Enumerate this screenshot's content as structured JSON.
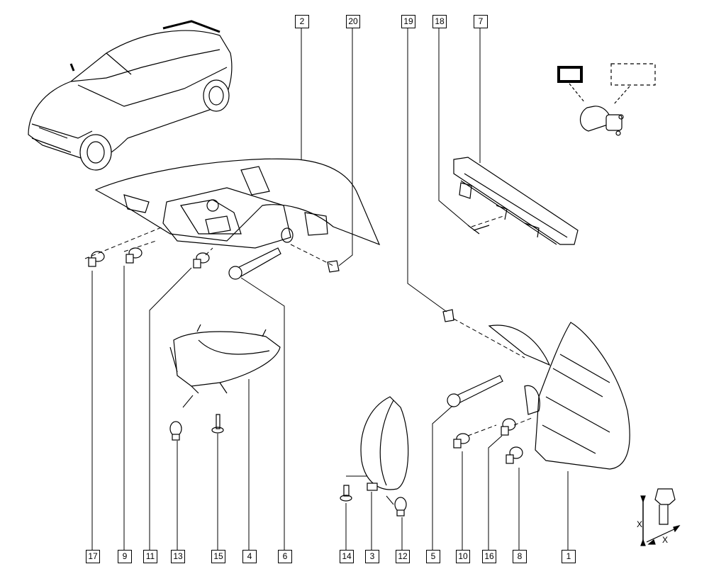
{
  "diagram": {
    "top_labels": [
      "2",
      "20",
      "19",
      "18",
      "7"
    ],
    "bottom_labels": [
      "17",
      "9",
      "11",
      "13",
      "15",
      "4",
      "6",
      "14",
      "3",
      "12",
      "5",
      "10",
      "16",
      "8",
      "1"
    ],
    "dimension_label": "X",
    "colors": {
      "line": "#000000",
      "background": "#ffffff"
    }
  }
}
